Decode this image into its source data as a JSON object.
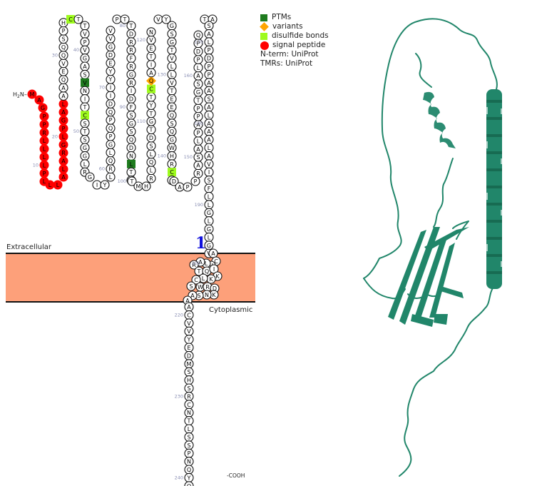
{
  "legend": {
    "items": [
      {
        "label": "PTMs",
        "shape": "square",
        "color": "#1e7b1e"
      },
      {
        "label": "variants",
        "shape": "diamond",
        "color": "#ffa500"
      },
      {
        "label": "disulfide bonds",
        "shape": "square",
        "color": "#9efb1e"
      },
      {
        "label": "signal peptide",
        "shape": "circle",
        "color": "#ff0000"
      }
    ],
    "nterm_source": "N-term: UniProt",
    "tmr_source": "TMRs: UniProt"
  },
  "topology": {
    "n_term_label": "H2N-",
    "c_term_label": "-COOH",
    "extracellular_label": "Extracellular",
    "cytoplasmic_label": "Cytoplasmic",
    "tm_index_label": "1",
    "membrane_color": "#fda07a",
    "helix_label_color": "#1010dd",
    "sequence": "MAGPPRLLLLPLLLALARGLPGALAAQEVQQSPHCTTVPVGASVNITCSTSGGLRGIYLRQLGPQPQDIIYYEDGVVPTTDRRFRGRIDFSGSQDNLTITMHRLQLSDTGTYTCQAITEVNVYGSGTVLLVTEEQSQGWHRCSDAPPRASALPAPPTGSALPDPQTASALPDPPAASALAAALAVISFLLGLGLGVACVLARTQIKKLCSWRDKNSAAACVVYEDMSHSRCNTLSSPNQYQ",
    "signal_peptide_range": [
      1,
      25
    ],
    "ptm_residues": [
      44,
      97
    ],
    "disulfide_residues": [
      35,
      48,
      114,
      142
    ],
    "variant_residues": [
      115
    ],
    "position_labels": [
      10,
      20,
      30,
      40,
      50,
      60,
      70,
      80,
      90,
      100,
      110,
      120,
      130,
      140,
      150,
      160,
      170,
      180,
      190,
      200,
      220,
      230,
      240
    ]
  },
  "structure_3d": {
    "color": "#21866a",
    "description": "predicted ribbon structure: long helix, short helix, beta-sandwich domain, disordered tails"
  }
}
